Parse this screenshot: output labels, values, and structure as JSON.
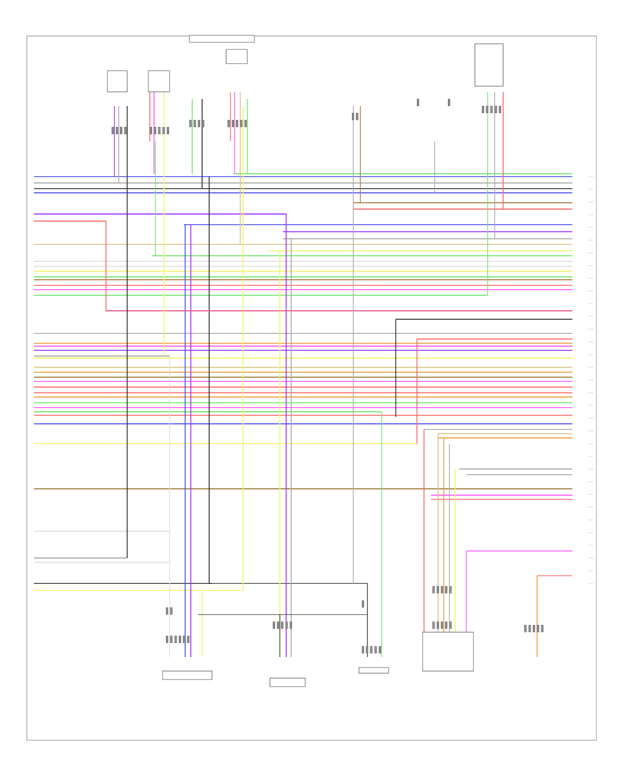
{
  "diagram": {
    "page_id": "",
    "components": [
      {
        "id": "top-left-sensors",
        "label": ""
      },
      {
        "id": "top-center-connector",
        "label": ""
      },
      {
        "id": "top-center-sensor",
        "label": ""
      },
      {
        "id": "top-mid-sensor",
        "label": ""
      },
      {
        "id": "top-right-sensors",
        "label": ""
      },
      {
        "id": "top-right-module",
        "label": ""
      },
      {
        "id": "bottom-left-sensor",
        "label": ""
      },
      {
        "id": "bottom-center-sensor",
        "label": ""
      },
      {
        "id": "bottom-mid-sensor",
        "label": ""
      },
      {
        "id": "bottom-right-assembly",
        "label": ""
      },
      {
        "id": "bottom-far-right-sensor",
        "label": ""
      }
    ],
    "wire_colors": {
      "blue": "#5555ee",
      "violet": "#9b30ff",
      "red": "#ff6a6a",
      "pink": "#ff55ff",
      "yellow": "#f4f468",
      "green": "#6fe36f",
      "brown": "#a07b3a",
      "gray": "#aaaaaa",
      "black": "#333333",
      "orange": "#f0a040",
      "tan": "#d8c48a",
      "white": "#dddddd"
    }
  }
}
